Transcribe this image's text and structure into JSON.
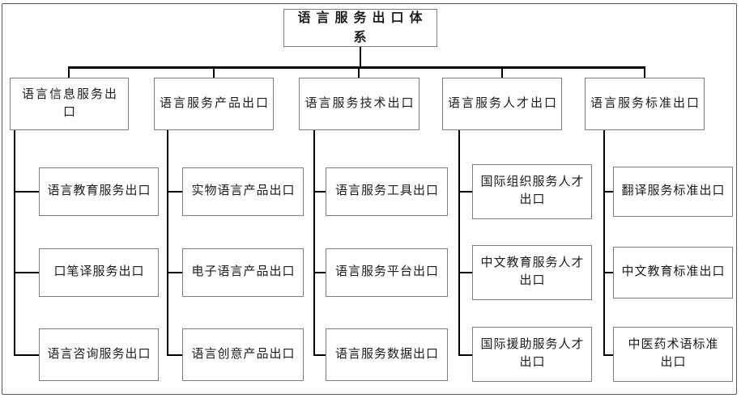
{
  "diagram": {
    "title": "语言服务出口体系",
    "branches": [
      {
        "label": "语言信息服务出口",
        "children": [
          "语言教育服务出口",
          "口笔译服务出口",
          "语言咨询服务出口"
        ]
      },
      {
        "label": "语言服务产品出口",
        "children": [
          "实物语言产品出口",
          "电子语言产品出口",
          "语言创意产品出口"
        ]
      },
      {
        "label": "语言服务技术出口",
        "children": [
          "语言服务工具出口",
          "语言服务平台出口",
          "语言服务数据出口"
        ]
      },
      {
        "label": "语言服务人才出口",
        "children": [
          "国际组织服务人才\n出口",
          "中文教育服务人才\n出口",
          "国际援助服务人才\n出口"
        ]
      },
      {
        "label": "语言服务标准出口",
        "children": [
          "翻译服务标准出口",
          "中文教育标准出口",
          "中医药术语标准\n出口"
        ]
      }
    ],
    "colors": {
      "line": "#000000",
      "box_border": "#7d7d7d",
      "text": "#1c1c1c",
      "background": "#ffffff"
    }
  }
}
